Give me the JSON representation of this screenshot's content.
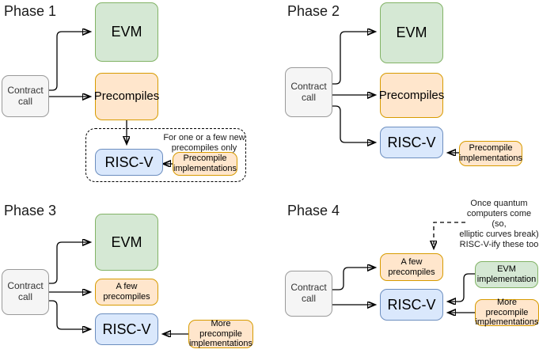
{
  "diagram": {
    "title_font_size": 18,
    "colors": {
      "evm_fill": "#d5e8d4",
      "evm_stroke": "#82b366",
      "precompile_fill": "#ffe6cc",
      "precompile_stroke": "#d79b00",
      "riscv_fill": "#dae8fc",
      "riscv_stroke": "#6c8ebf",
      "contract_fill": "#f5f5f5",
      "contract_stroke": "#9a9a9a",
      "edge": "#000000",
      "background": "#ffffff"
    }
  },
  "phase1": {
    "title": "Phase 1",
    "contract_call": "Contract\ncall",
    "evm": "EVM",
    "precompiles": "Precompiles",
    "riscv": "RISC-V",
    "note": "For one or a few new\nprecompiles only",
    "precompile_impl": "Precompile\nimplementations"
  },
  "phase2": {
    "title": "Phase 2",
    "contract_call": "Contract\ncall",
    "evm": "EVM",
    "precompiles": "Precompiles",
    "riscv": "RISC-V",
    "precompile_impl": "Precompile\nimplementations"
  },
  "phase3": {
    "title": "Phase 3",
    "contract_call": "Contract\ncall",
    "evm": "EVM",
    "a_few_precompiles": "A few\nprecompiles",
    "riscv": "RISC-V",
    "more_precompile_impl": "More precompile\nimplementations"
  },
  "phase4": {
    "title": "Phase 4",
    "contract_call": "Contract\ncall",
    "a_few_precompiles": "A few\nprecompiles",
    "riscv": "RISC-V",
    "evm_impl": "EVM\nimplementation",
    "more_precompile_impl": "More precompile\nimplementations",
    "quantum_note": "Once quantum\ncomputers come (so,\nelliptic curves break)\nRISC-V-ify these too"
  }
}
